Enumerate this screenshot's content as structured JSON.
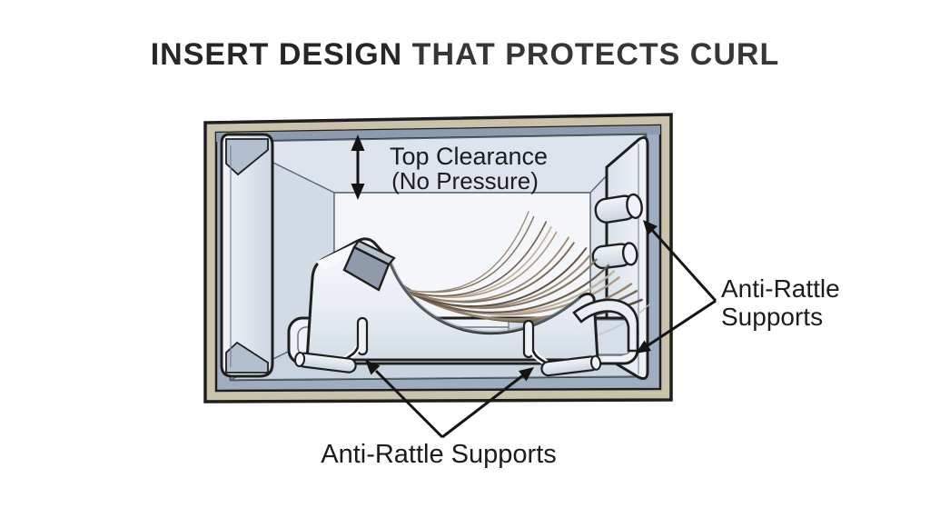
{
  "title": {
    "emphasis": "INSERT DESIGN",
    "rest": "THAT PROTECTS CURL"
  },
  "annotations": {
    "top_clearance": {
      "line1": "Top Clearance",
      "line2": "(No Pressure)"
    },
    "side_supports": {
      "line1": "Anti-Rattle",
      "line2": "Supports"
    },
    "bottom_supports": {
      "label": "Anti-Rattle Supports"
    }
  },
  "colors": {
    "background": "#ffffff",
    "title_text": "#262626",
    "label_text": "#1c1c1c",
    "outline": "#1e1e1e",
    "arrow": "#141414",
    "frame_tan": "#cbc2ac",
    "frame_blue": "#9fadc0",
    "frame_blue_dark": "#8b9cb1",
    "interior_wall": "#d8dfe9",
    "interior_ceiling": "#dde4ed",
    "interior_floor": "#c9d4e0",
    "back_wall": "#f4f6f9",
    "panel_light": "#e9eef4",
    "flap_blue": "#b2bfcf",
    "tray_light": "#eef2f7",
    "tray_shadow": "#ccd6e3",
    "basin": "#d5dee9",
    "clip_front": "#8f9baa",
    "clip_top": "#b7c1cd",
    "curl_strands": [
      "#5f5142",
      "#7a6a57",
      "#94846e",
      "#ab9b85",
      "#c0b29c",
      "#6d5e4c",
      "#857463",
      "#9c8c76"
    ]
  }
}
